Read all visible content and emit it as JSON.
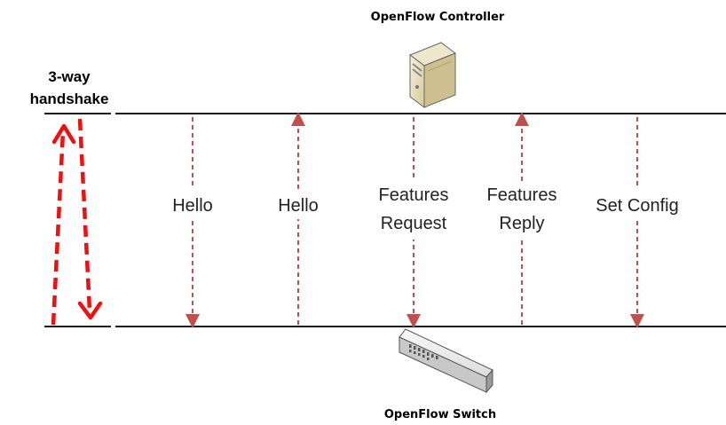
{
  "controller": {
    "label": "OpenFlow Controller"
  },
  "switch": {
    "label": "OpenFlow Switch"
  },
  "handshake": {
    "line1": "3-way",
    "line2": "handshake"
  },
  "messages": [
    {
      "line1": "Hello",
      "line2": "",
      "direction": "down"
    },
    {
      "line1": "Hello",
      "line2": "",
      "direction": "up"
    },
    {
      "line1": "Features",
      "line2": "Request",
      "direction": "down"
    },
    {
      "line1": "Features",
      "line2": "Reply",
      "direction": "up"
    },
    {
      "line1": "Set Config",
      "line2": "",
      "direction": "down"
    }
  ],
  "colors": {
    "arrow": "#c0504d",
    "handshake_arrow": "#ee1111",
    "line": "#1a1a1a"
  }
}
